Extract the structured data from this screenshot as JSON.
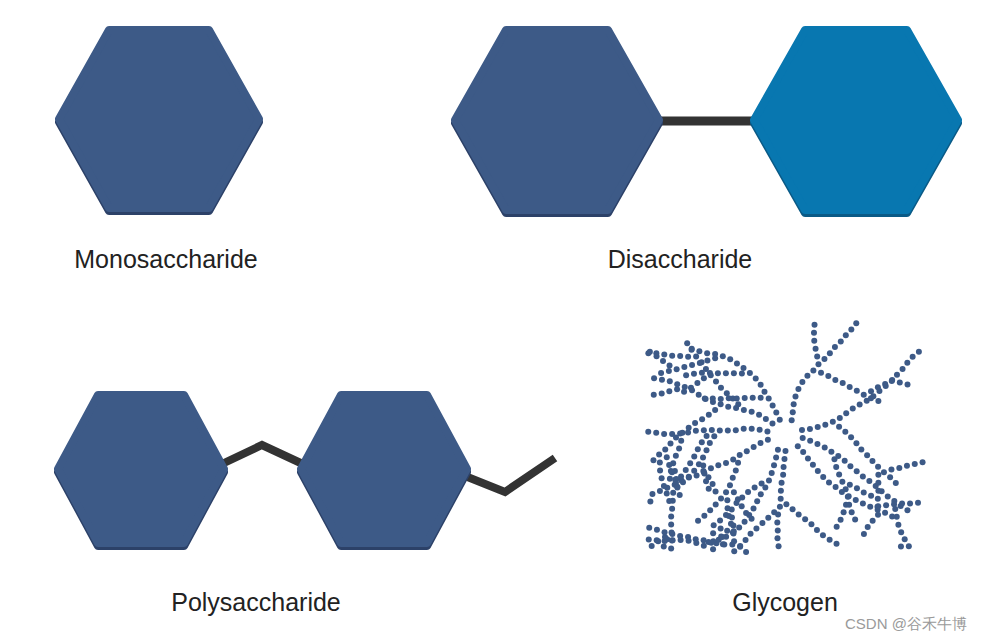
{
  "diagram": {
    "labels": [
      "Monosaccharide",
      "Disaccharide",
      "Polysaccharide",
      "Glycogen",
      "CSDN @谷禾牛博"
    ]
  }
}
